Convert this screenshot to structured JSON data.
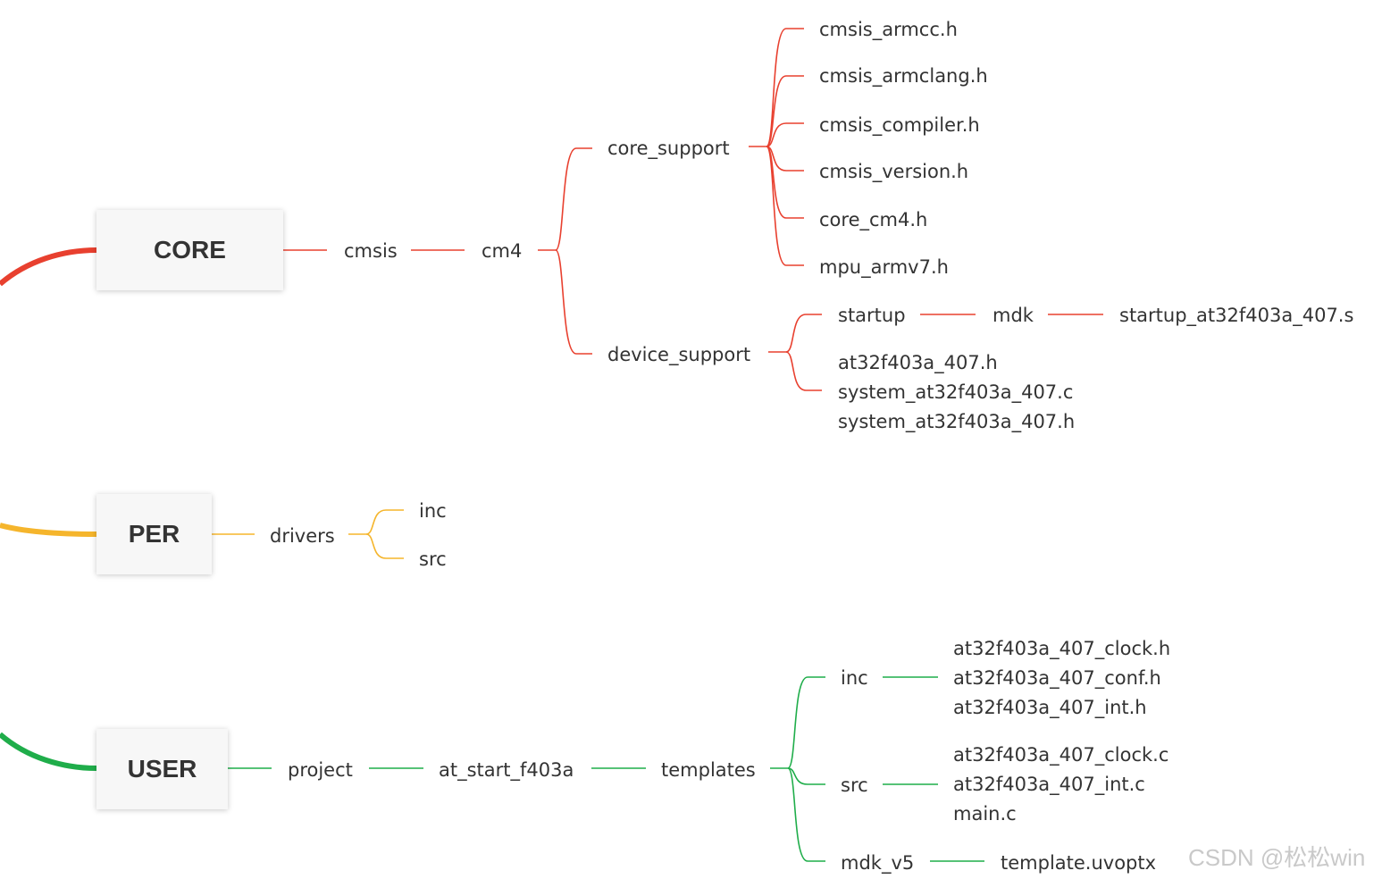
{
  "colors": {
    "core": "#e8402f",
    "per": "#f5b52c",
    "user": "#1fad4a"
  },
  "core": {
    "label": "CORE",
    "cmsis": "cmsis",
    "cm4": "cm4",
    "core_support": {
      "label": "core_support",
      "files": [
        "cmsis_armcc.h",
        "cmsis_armclang.h",
        "cmsis_compiler.h",
        "cmsis_version.h",
        "core_cm4.h",
        "mpu_armv7.h"
      ]
    },
    "device_support": {
      "label": "device_support",
      "startup": "startup",
      "mdk": "mdk",
      "startup_file": "startup_at32f403a_407.s",
      "files": [
        "at32f403a_407.h",
        "system_at32f403a_407.c",
        "system_at32f403a_407.h"
      ]
    }
  },
  "per": {
    "label": "PER",
    "drivers": "drivers",
    "inc": "inc",
    "src": "src"
  },
  "user": {
    "label": "USER",
    "project": "project",
    "board": "at_start_f403a",
    "templates": "templates",
    "inc": {
      "label": "inc",
      "files": [
        "at32f403a_407_clock.h",
        "at32f403a_407_conf.h",
        "at32f403a_407_int.h"
      ]
    },
    "src": {
      "label": "src",
      "files": [
        "at32f403a_407_clock.c",
        "at32f403a_407_int.c",
        "main.c"
      ]
    },
    "mdk_v5": {
      "label": "mdk_v5",
      "file": "template.uvoptx"
    }
  },
  "watermark": "CSDN @松松win"
}
